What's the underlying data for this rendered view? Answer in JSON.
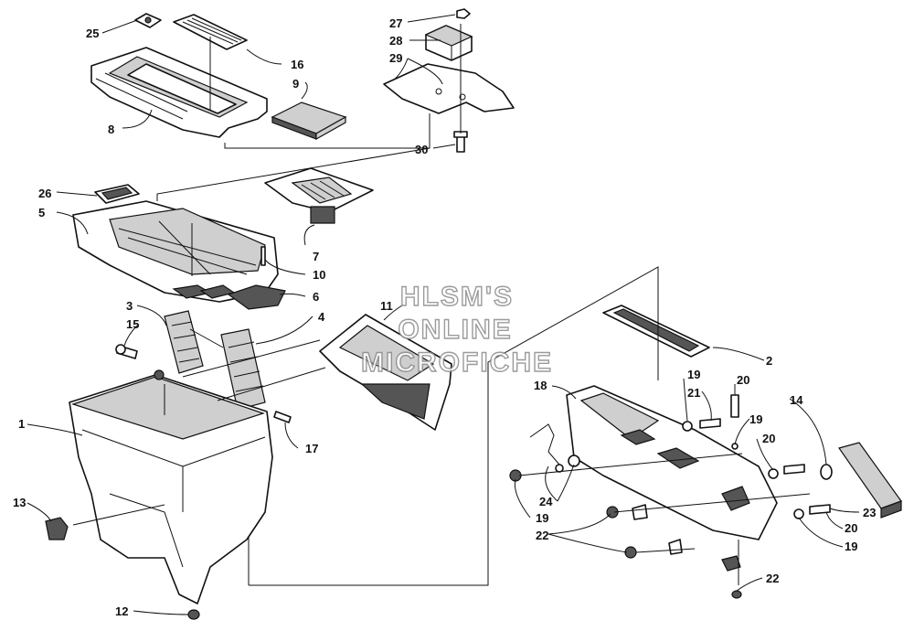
{
  "watermark": {
    "line1": "HLSM'S",
    "line2": "ONLINE",
    "line3": "MICROFICHE"
  },
  "callouts": {
    "c1": "1",
    "c2": "2",
    "c3": "3",
    "c4": "4",
    "c5": "5",
    "c6": "6",
    "c7": "7",
    "c8": "8",
    "c9": "9",
    "c10": "10",
    "c11": "11",
    "c12": "12",
    "c13": "13",
    "c14": "14",
    "c15": "15",
    "c16": "16",
    "c17": "17",
    "c18": "18",
    "c19a": "19",
    "c19b": "19",
    "c19c": "19",
    "c19d": "19",
    "c20a": "20",
    "c20b": "20",
    "c20c": "20",
    "c21": "21",
    "c22a": "22",
    "c22b": "22",
    "c23": "23",
    "c24": "24",
    "c25": "25",
    "c26": "26",
    "c27": "27",
    "c28": "28",
    "c29": "29",
    "c30": "30"
  }
}
